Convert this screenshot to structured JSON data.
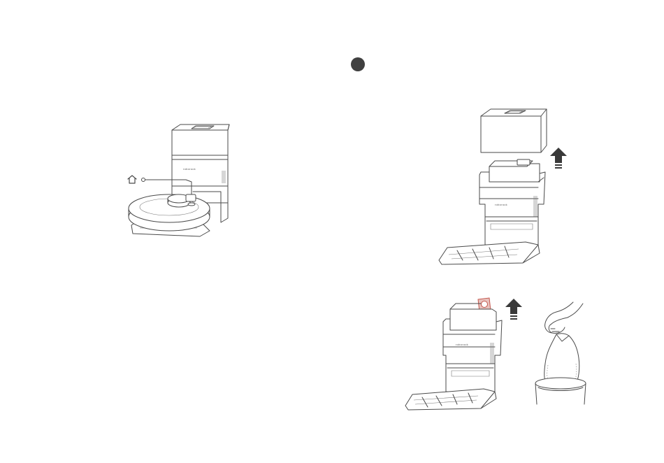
{
  "page": {
    "step_marker": {
      "color": "#404040"
    },
    "accent_color": "#c4574d"
  },
  "figures": {
    "robot_on_dock": {
      "brand_text": "roborock",
      "home_icon": "home-icon"
    },
    "lift_dock_cover": {
      "brand_text": "roborock",
      "arrow_icon": "arrow-up-icon"
    },
    "remove_dust_bag": {
      "brand_text": "roborock",
      "arrow_icon": "arrow-up-icon"
    },
    "dispose_bag": {}
  }
}
